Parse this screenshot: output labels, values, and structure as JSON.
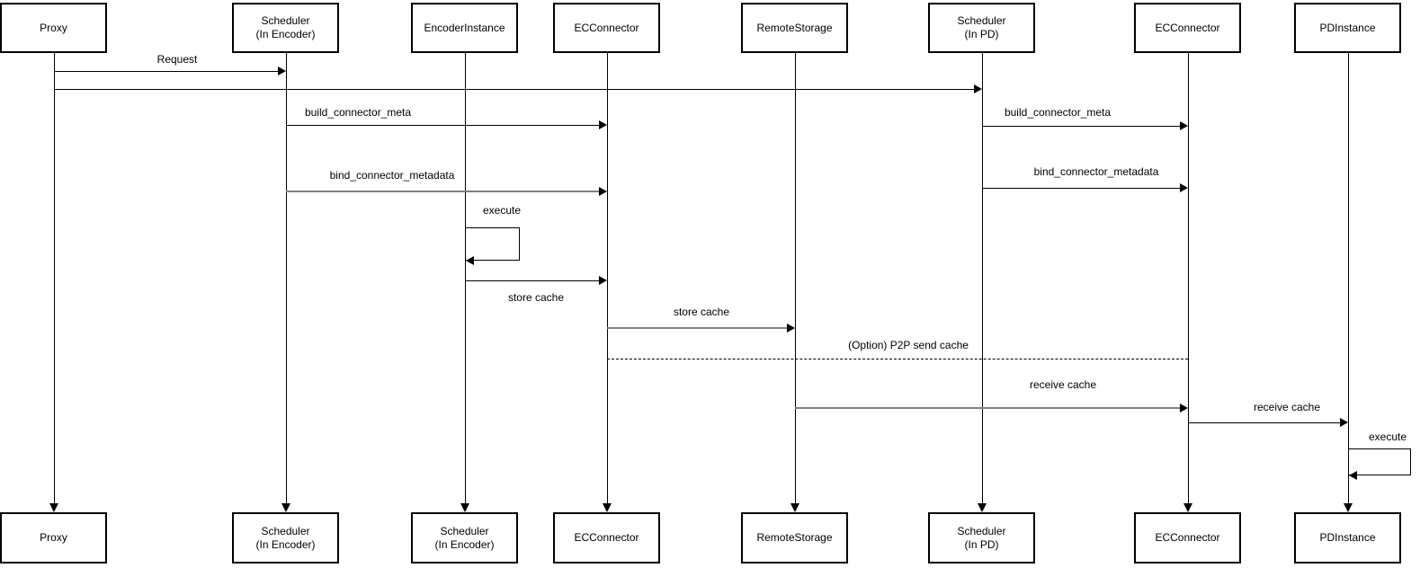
{
  "diagram": {
    "type": "sequence-diagram",
    "colors": {
      "stroke": "#000000",
      "gray_arrow": "#808080",
      "background": "#ffffff"
    },
    "participants": [
      {
        "id": "proxy",
        "top_label": "Proxy",
        "bottom_label": "Proxy"
      },
      {
        "id": "scheduler-encoder",
        "top_label": "Scheduler\n(In Encoder)",
        "bottom_label": "Scheduler\n(In Encoder)"
      },
      {
        "id": "encoder-instance",
        "top_label": "EncoderInstance",
        "bottom_label": "Scheduler\n(In Encoder)"
      },
      {
        "id": "ecconnector-left",
        "top_label": "ECConnector",
        "bottom_label": "ECConnector"
      },
      {
        "id": "remote-storage",
        "top_label": "RemoteStorage",
        "bottom_label": "RemoteStorage"
      },
      {
        "id": "scheduler-pd",
        "top_label": "Scheduler\n(In PD)",
        "bottom_label": "Scheduler\n(In PD)"
      },
      {
        "id": "ecconnector-right",
        "top_label": "ECConnector",
        "bottom_label": "ECConnector"
      },
      {
        "id": "pd-instance",
        "top_label": "PDInstance",
        "bottom_label": "PDInstance"
      }
    ],
    "messages": [
      {
        "label": "Request",
        "from": "proxy",
        "to": "scheduler-encoder",
        "style": "solid-black"
      },
      {
        "label": "",
        "from": "proxy",
        "to": "scheduler-pd",
        "style": "solid-black"
      },
      {
        "label": "build_connector_meta",
        "from": "scheduler-encoder",
        "to": "ecconnector-left",
        "style": "solid-black"
      },
      {
        "label": "build_connector_meta",
        "from": "scheduler-pd",
        "to": "ecconnector-right",
        "style": "solid-black"
      },
      {
        "label": "bind_connector_metadata",
        "from": "scheduler-encoder",
        "to": "ecconnector-left",
        "style": "solid-gray"
      },
      {
        "label": "bind_connector_metadata",
        "from": "scheduler-pd",
        "to": "ecconnector-right",
        "style": "solid-black"
      },
      {
        "label": "execute",
        "from": "encoder-instance",
        "to": "encoder-instance",
        "style": "self-loop"
      },
      {
        "label": "store cache",
        "from": "encoder-instance",
        "to": "ecconnector-left",
        "style": "solid-black"
      },
      {
        "label": "store cache",
        "from": "ecconnector-left",
        "to": "remote-storage",
        "style": "solid-gray"
      },
      {
        "label": "(Option) P2P send cache",
        "from": "ecconnector-left",
        "to": "ecconnector-right",
        "style": "dashed-black"
      },
      {
        "label": "receive cache",
        "from": "remote-storage",
        "to": "ecconnector-right",
        "style": "solid-gray"
      },
      {
        "label": "receive cache",
        "from": "ecconnector-right",
        "to": "pd-instance",
        "style": "solid-black"
      },
      {
        "label": "execute",
        "from": "pd-instance",
        "to": "pd-instance",
        "style": "self-loop"
      }
    ]
  }
}
